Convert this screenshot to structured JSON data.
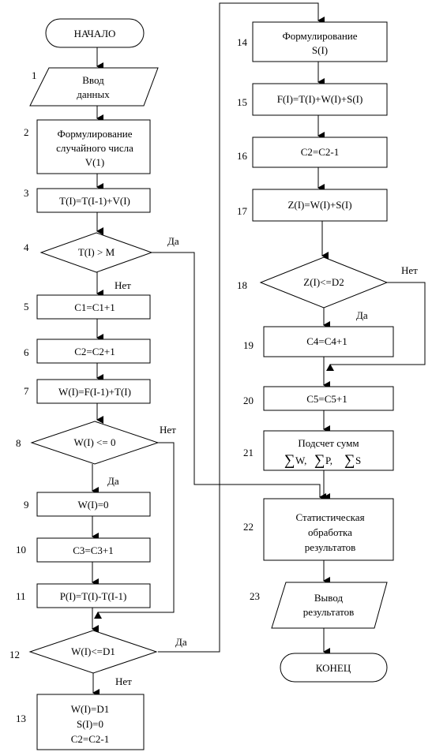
{
  "blocks": {
    "start": "НАЧАЛО",
    "b1": [
      "Ввод",
      "данных"
    ],
    "b2": [
      "Формулирование",
      "случайного числа",
      "V(1)"
    ],
    "b3": "T(I)=T(I-1)+V(I)",
    "b4": "T(I) > M",
    "b5": "C1=C1+1",
    "b6": "C2=C2+1",
    "b7": "W(I)=F(I-1)+T(I)",
    "b8": "W(I) <= 0",
    "b9": "W(I)=0",
    "b10": "C3=C3+1",
    "b11": "P(I)=T(I)-T(I-1)",
    "b12": "W(I)<=D1",
    "b13": [
      "W(I)=D1",
      "S(I)=0",
      "C2=C2-1"
    ],
    "b14": [
      "Формулирование",
      "S(I)"
    ],
    "b15": "F(I)=T(I)+W(I)+S(I)",
    "b16": "C2=C2-1",
    "b17": "Z(I)=W(I)+S(I)",
    "b18": "Z(I)<=D2",
    "b19": "C4=C4+1",
    "b20": "C5=C5+1",
    "b21": [
      "Подсчет сумм",
      "W,",
      "P,",
      "S"
    ],
    "b22": [
      "Статистическая",
      "обработка",
      "результатов"
    ],
    "b23": [
      "Вывод",
      "результатов"
    ],
    "end": "КОНЕЦ"
  },
  "numbers": [
    "1",
    "2",
    "3",
    "4",
    "5",
    "6",
    "7",
    "8",
    "9",
    "10",
    "11",
    "12",
    "13",
    "14",
    "15",
    "16",
    "17",
    "18",
    "19",
    "20",
    "21",
    "22",
    "23"
  ],
  "labels": {
    "yes": "Да",
    "no": "Нет"
  }
}
